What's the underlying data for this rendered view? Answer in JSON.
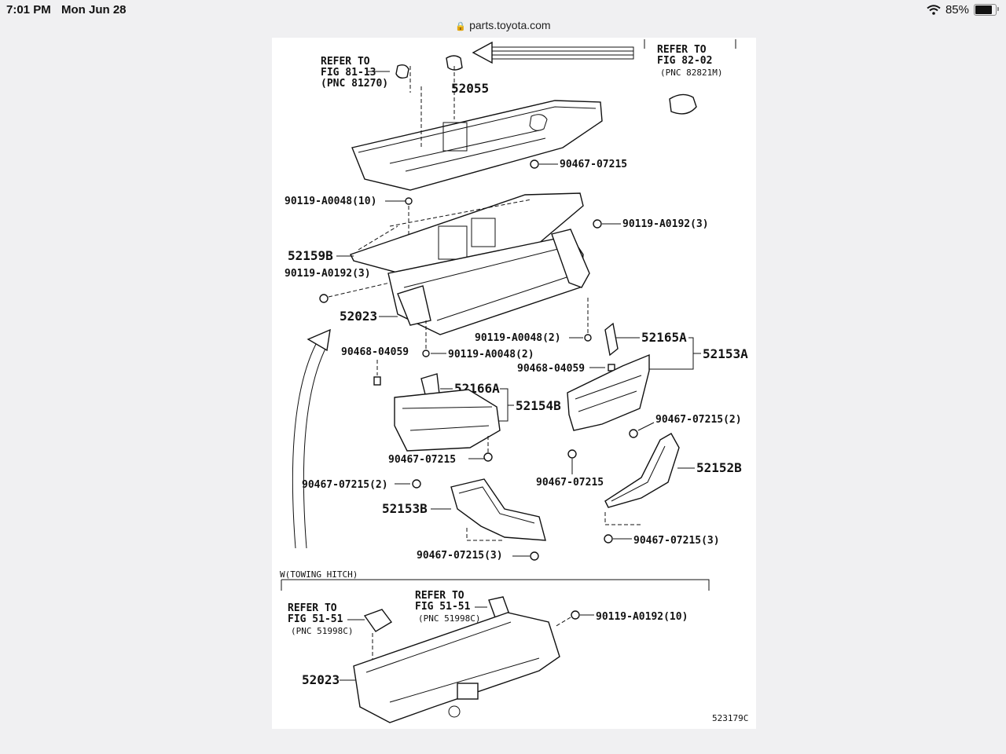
{
  "status": {
    "time": "7:01 PM",
    "date": "Mon Jun 28",
    "battery": "85%",
    "battery_level": 0.85
  },
  "browser": {
    "url": "parts.toyota.com"
  },
  "diagram": {
    "labels": {
      "refer_1a": "REFER TO",
      "refer_1b": "FIG 81-13",
      "refer_1c": "(PNC 81270)",
      "refer_2a": "REFER TO",
      "refer_2b": "FIG 82-02",
      "refer_2c": "(PNC 82821M)",
      "p52055": "52055",
      "p90467_top": "90467-07215",
      "p90119_10": "90119-A0048(10)",
      "p90119_192_r": "90119-A0192(3)",
      "p52159B": "52159B",
      "p90119_192_l": "90119-A0192(3)",
      "p52023": "52023",
      "p90119_a2_mid": "90119-A0048(2)",
      "p52165A": "52165A",
      "p52153A": "52153A",
      "p90468_l": "90468-04059",
      "p90119_a2_low": "90119-A0048(2)",
      "p90468_r": "90468-04059",
      "p52166A": "52166A",
      "p52154B": "52154B",
      "p90467_2_r": "90467-07215(2)",
      "p90467_mid_l": "90467-07215",
      "p90467_mid_r": "90467-07215",
      "p52152B": "52152B",
      "p90467_2_l": "90467-07215(2)",
      "p52153B": "52153B",
      "p90467_3_r": "90467-07215(3)",
      "p90467_3_l": "90467-07215(3)",
      "w_hitch": "W(TOWING HITCH)",
      "refer_3a": "REFER TO",
      "refer_3b": "FIG 51-51",
      "refer_3c": "(PNC 51998C)",
      "refer_4a": "REFER TO",
      "refer_4b": "FIG 51-51",
      "refer_4c": "(PNC 51998C)",
      "p90119_192_10": "90119-A0192(10)",
      "p52023_hitch": "52023",
      "fig_code": "523179C"
    }
  }
}
